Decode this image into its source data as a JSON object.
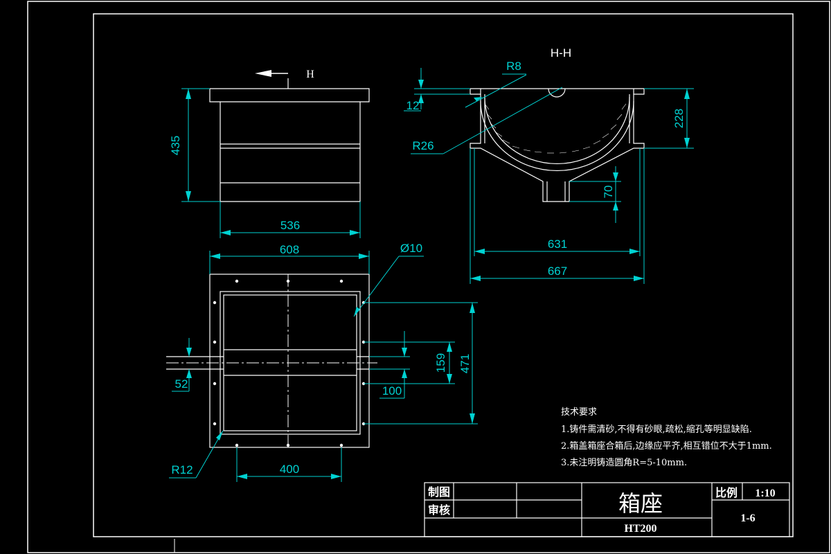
{
  "views": {
    "side_marker": "H",
    "section_label": "H-H"
  },
  "dimensions": {
    "height_435": "435",
    "width_536": "536",
    "width_608": "608",
    "hole_dia": "Ø10",
    "radius_r8": "R8",
    "thick_12": "12",
    "radius_r26": "R26",
    "height_228": "228",
    "height_70": "70",
    "width_631": "631",
    "width_667": "667",
    "height_471": "471",
    "height_159": "159",
    "width_100": "100",
    "width_52": "52",
    "radius_r12": "R12",
    "width_400": "400"
  },
  "tech_requirements": {
    "title": "技术要求",
    "items": [
      "1.铸件需清砂,不得有砂眼,疏松,缩孔等明显缺陷.",
      "2.箱盖箱座合箱后,边缘应平齐,相互错位不大于1mm.",
      "3.未注明铸造圆角R=5-10mm."
    ]
  },
  "title_block": {
    "drawn_label": "制图",
    "checked_label": "审核",
    "part_name": "箱座",
    "material": "HT200",
    "scale_label": "比例",
    "scale_value": "1:10",
    "drawing_number": "1-6"
  },
  "colors": {
    "background": "#000000",
    "outline": "#ffffff",
    "dimension": "#00d2d2"
  }
}
